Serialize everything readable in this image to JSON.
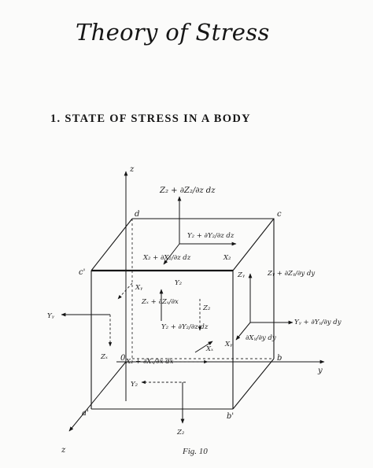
{
  "chapter_title": "Theory of Stress",
  "section_heading": "1. STATE OF STRESS IN A BODY",
  "figure": {
    "caption": "Fig. 10",
    "axes": {
      "z": "z",
      "y": "y",
      "x": "z"
    },
    "vertices": {
      "d": "d",
      "c": "c",
      "c_prime": "c'",
      "a_prime": "a'",
      "b_prime": "b'",
      "b": "b",
      "zero": "0"
    },
    "labels": {
      "zz_top": "Z₂ + ∂Z₂/∂z dz",
      "yz_top": "Y₂ + ∂Y₂/∂z dz",
      "xz_top": "X₂ + ∂X₂/∂z dz",
      "xz_right": "X₂",
      "zy_right": "Zᵧ + ∂Zᵧ/∂y dy",
      "zy_small": "Zᵧ",
      "xy": "Xᵧ",
      "yz_center": "Y₂",
      "zx_center": "Zₓ + ∂Zₓ/∂x",
      "zz_center": "Z₂",
      "yz_lower": "Y₂ + ∂Y₂/∂z dz",
      "yy_left": "Yᵧ",
      "yy_right": "Yᵧ + ∂Yᵧ/∂y dy",
      "xy_right": "Xᵧ",
      "xy_dxdy": "∂Xᵧ/∂y dy",
      "xx_lower": "Xₓ",
      "zx_left": "Zₓ",
      "xz_lower": "X₂ + ∂Xₓ/∂x dx",
      "yz_bottom": "Y₂",
      "zz_bottom": "Z₂"
    }
  }
}
